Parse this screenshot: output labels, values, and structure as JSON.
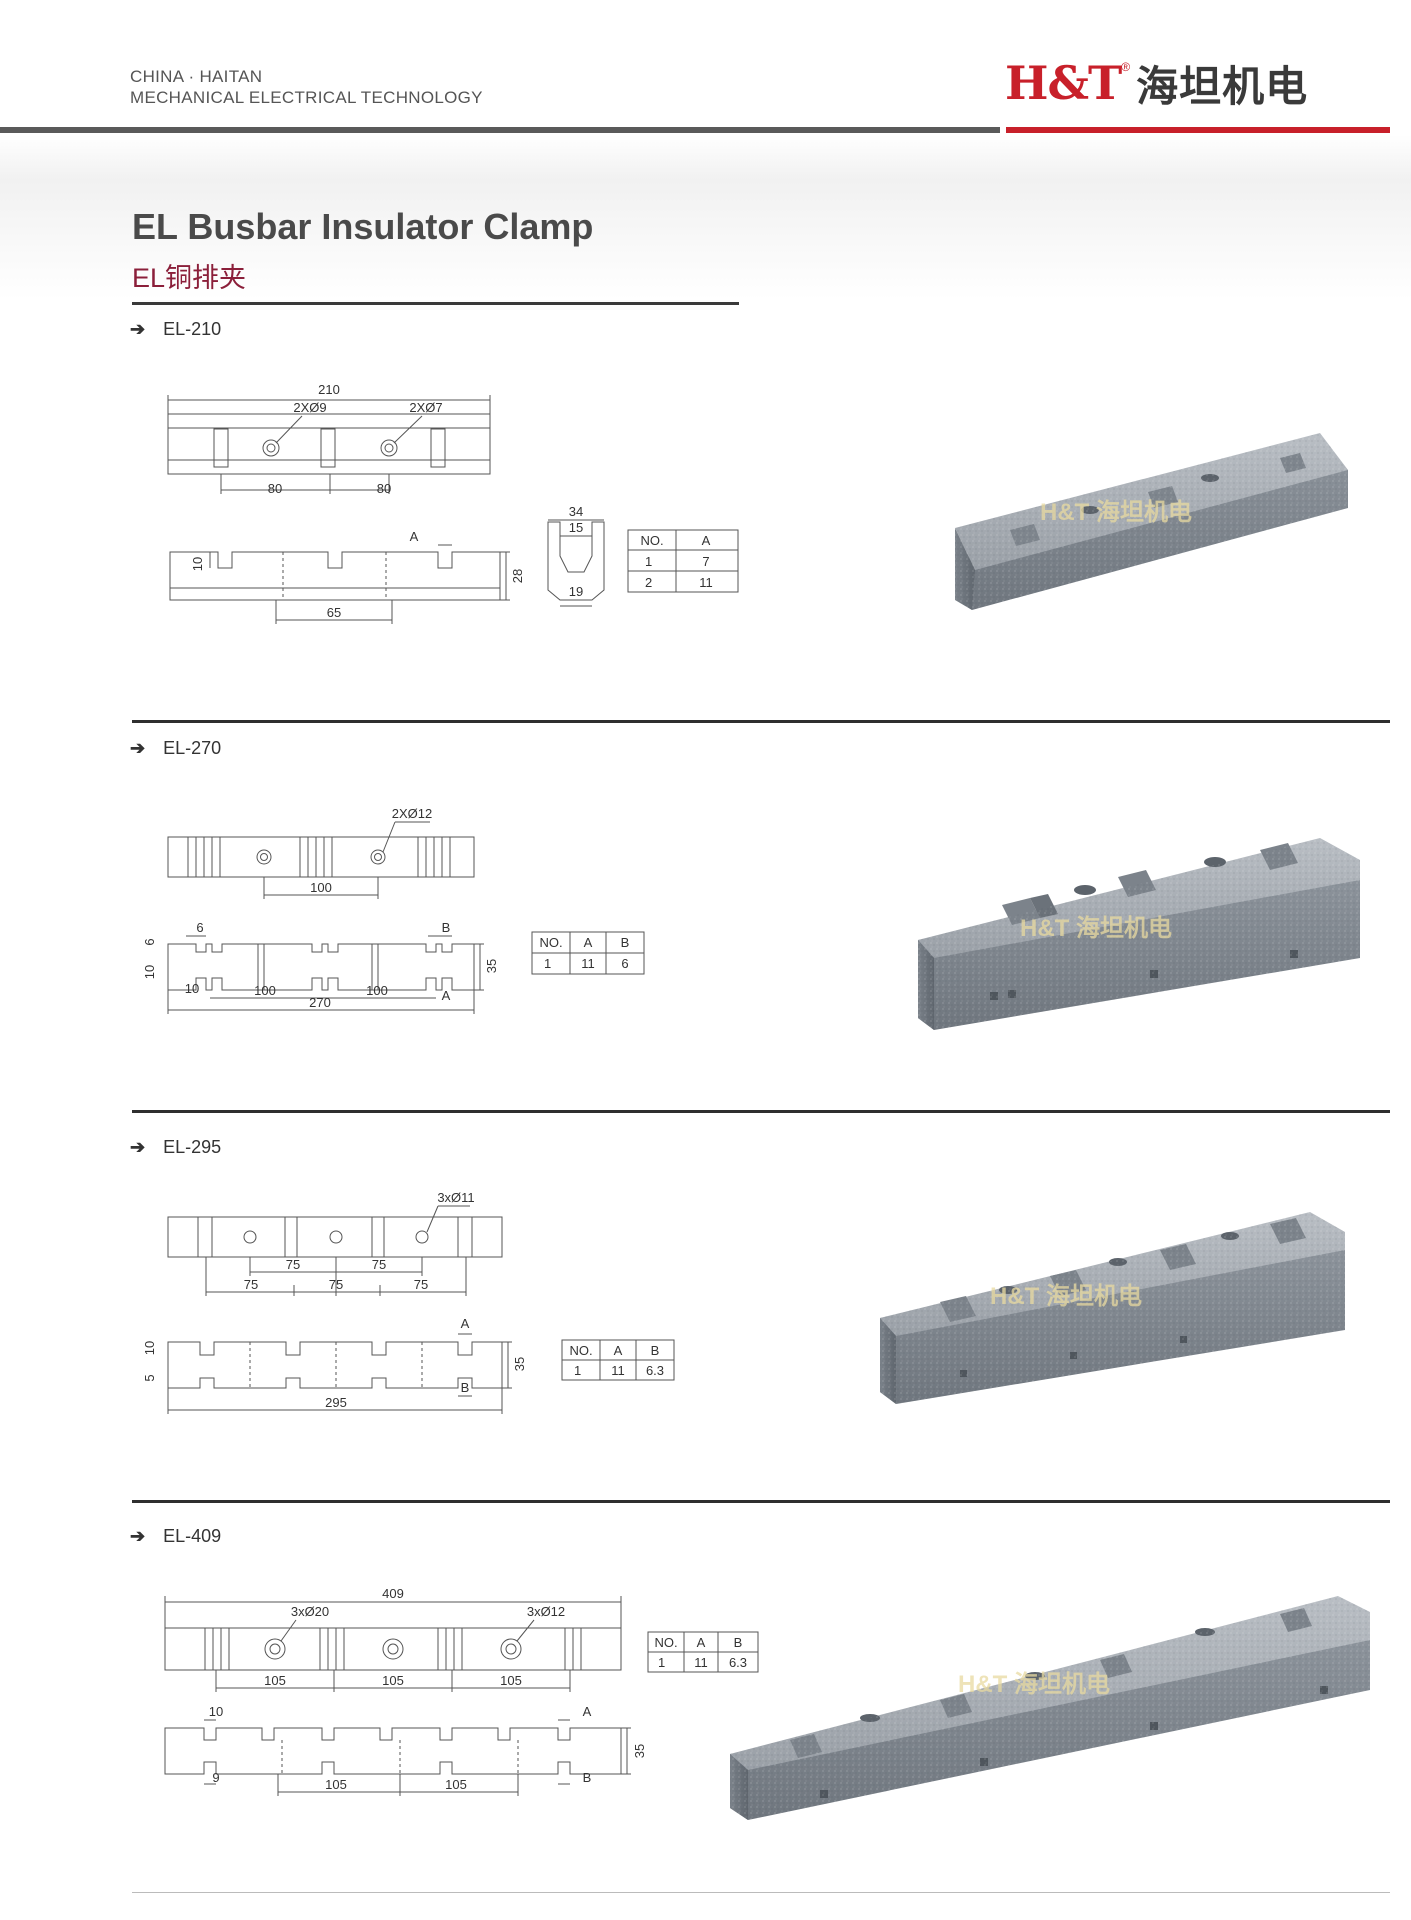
{
  "header": {
    "company_line1": "CHINA · HAITAN",
    "company_line2": "MECHANICAL ELECTRICAL TECHNOLOGY",
    "logo_mark": "H&T",
    "logo_reg": "®",
    "logo_cn": "海坦机电"
  },
  "title": "EL Busbar Insulator Clamp",
  "subtitle": "EL铜排夹",
  "watermark": "H&T 海坦机电",
  "colors": {
    "brand_red": "#c8202a",
    "subtitle": "#8b1f3a",
    "rule_gray": "#5a5a5a"
  },
  "sections": [
    {
      "model": "EL-210",
      "top_view": {
        "overall": "210",
        "hole_a": "2XØ9",
        "hole_b": "2XØ7",
        "d1": "80",
        "d2": "80"
      },
      "side_view": {
        "h_left": "10",
        "h_right": "28",
        "slot": "A",
        "bottom": "65"
      },
      "end_view": {
        "width": "34",
        "inner": "15",
        "base": "19"
      },
      "table": {
        "headers": [
          "NO.",
          "A"
        ],
        "rows": [
          [
            "1",
            "7"
          ],
          [
            "2",
            "11"
          ]
        ]
      }
    },
    {
      "model": "EL-270",
      "top_view": {
        "hole": "2XØ12",
        "d": "100"
      },
      "side_view": {
        "h_top": "6",
        "h_bot": "10",
        "slot_w": "6",
        "b": "B",
        "a": "A",
        "edge": "10",
        "d1": "100",
        "d2": "100",
        "overall": "270",
        "height": "35"
      },
      "table": {
        "headers": [
          "NO.",
          "A",
          "B"
        ],
        "rows": [
          [
            "1",
            "11",
            "6"
          ]
        ]
      }
    },
    {
      "model": "EL-295",
      "top_view": {
        "hole": "3xØ11",
        "i1": "75",
        "i2": "75",
        "o1": "75",
        "o2": "75",
        "o3": "75"
      },
      "side_view": {
        "h_top": "10",
        "h_bot": "5",
        "a": "A",
        "b": "B",
        "overall": "295",
        "height": "35"
      },
      "table": {
        "headers": [
          "NO.",
          "A",
          "B"
        ],
        "rows": [
          [
            "1",
            "11",
            "6.3"
          ]
        ]
      }
    },
    {
      "model": "EL-409",
      "top_view": {
        "overall": "409",
        "hole_a": "3xØ20",
        "hole_b": "3xØ12",
        "d1": "105",
        "d2": "105",
        "d3": "105"
      },
      "side_view": {
        "edge": "10",
        "bot": "9",
        "a": "A",
        "b": "B",
        "d1": "105",
        "d2": "105",
        "height": "35"
      },
      "table": {
        "headers": [
          "NO.",
          "A",
          "B"
        ],
        "rows": [
          [
            "1",
            "11",
            "6.3"
          ]
        ]
      }
    }
  ]
}
